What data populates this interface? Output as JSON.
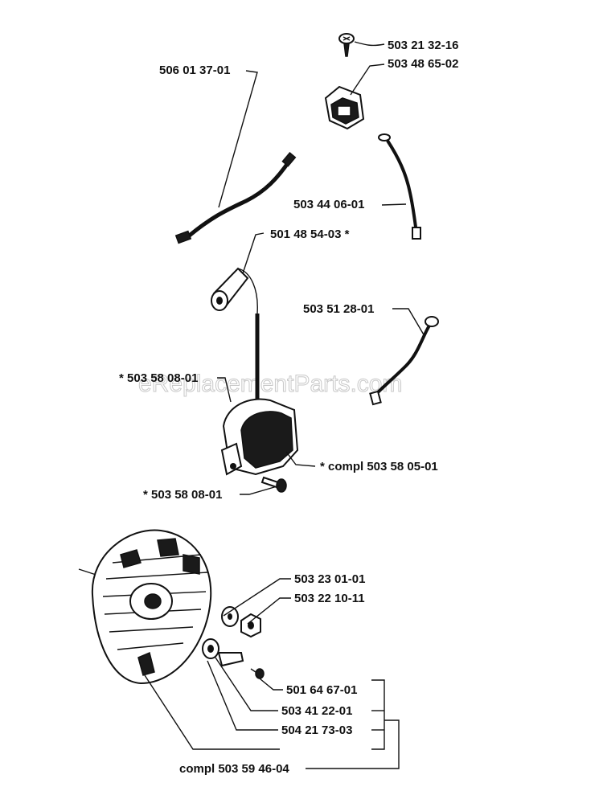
{
  "watermark": "eReplacementParts.com",
  "labels": {
    "l1": "503 21 32-16",
    "l2": "503 48 65-02",
    "l3": "506 01 37-01",
    "l4": "503 44 06-01",
    "l5": "501 48 54-03  *",
    "l6": "503 51 28-01",
    "l7": "*  503 58 08-01",
    "l8": "*  compl 503 58 05-01",
    "l9": "*  503 58 08-01",
    "l10": "503 23 01-01",
    "l11": "503 22 10-11",
    "l12": "501 64 67-01",
    "l13": "503 41 22-01",
    "l14": "504 21 73-03",
    "l15": "compl 503 59 46-04"
  },
  "colors": {
    "ink": "#111111",
    "watermark": "#c8c8c8"
  }
}
